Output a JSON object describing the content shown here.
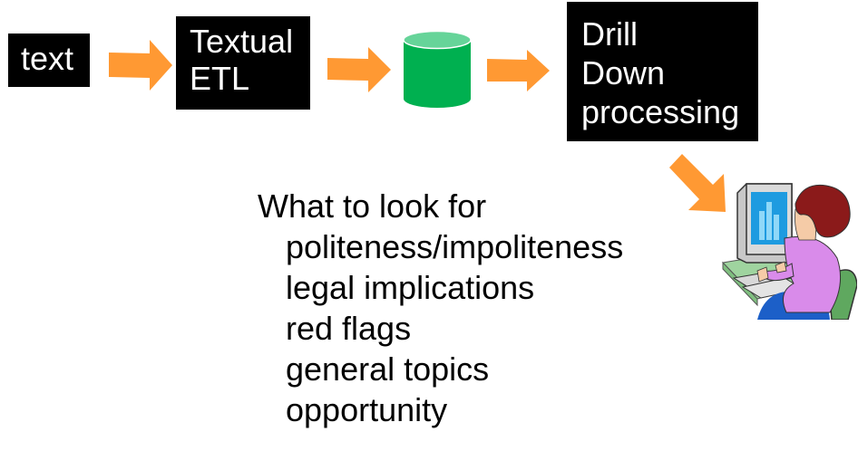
{
  "flow": {
    "source_label": "text",
    "etl_label_lines": [
      "Textual",
      "ETL"
    ],
    "database_icon": "database-cylinder-icon",
    "drill_label_lines": [
      "Drill",
      "Down",
      "processing"
    ],
    "user_icon": "person-at-computer-icon"
  },
  "list": {
    "heading": "What to look for",
    "items": [
      "politeness/impoliteness",
      "legal implications",
      "red flags",
      "general topics",
      "opportunity"
    ]
  },
  "colors": {
    "arrow": "#FF9933",
    "box_bg": "#000000",
    "box_text": "#FFFFFF",
    "db_body": "#00B050",
    "db_top": "#66D499"
  }
}
